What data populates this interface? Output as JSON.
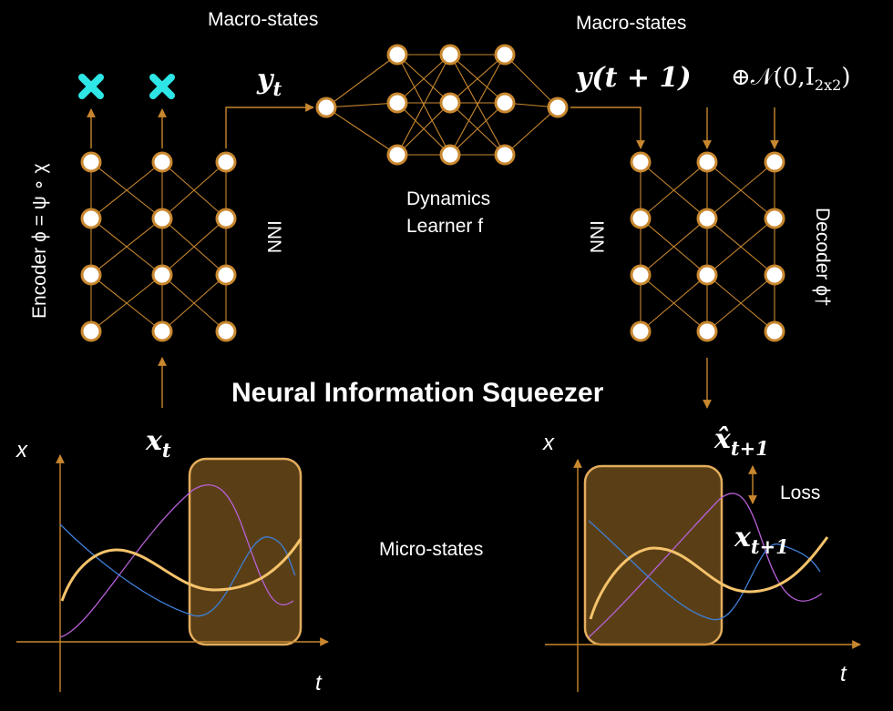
{
  "labels": {
    "macro_left": "Macro-states",
    "macro_right": "Macro-states",
    "y_t": "y",
    "y_t_sub": "t",
    "y_t1": "y(t + 1)",
    "noise": "⊕𝒩(0,I",
    "noise_sub": "2x2",
    "noise_close": ")",
    "encoder": "Encoder ϕ = ψ ∘ χ",
    "decoder": "Decoder ϕ†",
    "inn_left": "INN",
    "inn_right": "INN",
    "dynamics_line1": "Dynamics",
    "dynamics_line2": "Learner f",
    "title": "Neural Information Squeezer",
    "x_t": "x",
    "x_t_sub": "t",
    "xhat_t1": "x̂",
    "xhat_t1_sub": "t+1",
    "x_t1": "x",
    "x_t1_sub": "t+1",
    "loss": "Loss",
    "micro_states": "Micro-states",
    "axis_x_left": "x",
    "axis_t_left": "t",
    "axis_x_right": "x",
    "axis_t_right": "t"
  },
  "colors": {
    "background": "#000000",
    "edge": "#c8872e",
    "node_fill": "#ffffff",
    "discard_mark": "#2ee6e6",
    "highlight_box": "#5a3f16",
    "curve_main": "#f5c36b",
    "curve_blue": "#3f7fd6",
    "curve_purple": "#b860d8"
  }
}
